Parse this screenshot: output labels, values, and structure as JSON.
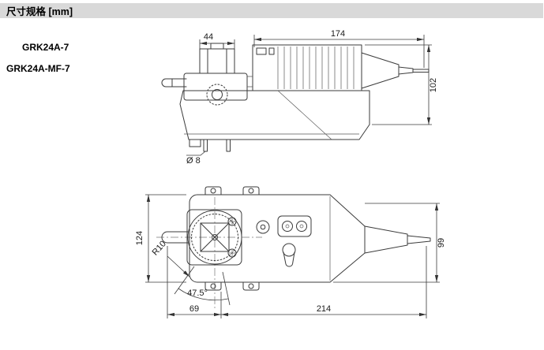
{
  "header": {
    "title": "尺寸规格 [mm]"
  },
  "products": {
    "model_a": "GRK24A-7",
    "model_b": "GRK24A-MF-7"
  },
  "drawings": {
    "side_view": {
      "dims": {
        "clamp_width": "44",
        "body_length": "174",
        "overall_height": "102",
        "pin_diameter": "Ø 8"
      }
    },
    "plan_view": {
      "dims": {
        "body_height": "124",
        "corner_radius": "R10",
        "rotation_angle": "47.5°",
        "left_length": "69",
        "body_length": "214",
        "right_height": "99"
      }
    }
  },
  "colors": {
    "header_background": "#d9d9d9",
    "drawing_line": "#3b3b3b"
  }
}
